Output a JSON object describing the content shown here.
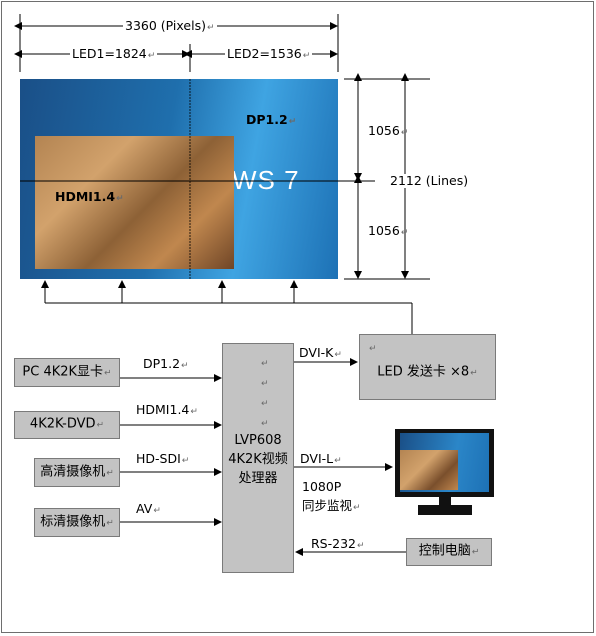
{
  "dimensions": {
    "total_width": "3360 (Pixels)",
    "led1": "LED1=1824",
    "led2": "LED2=1536",
    "half_height_top": "1056",
    "half_height_bottom": "1056",
    "total_height": "2112 (Lines)"
  },
  "screen": {
    "dp_label": "DP1.2",
    "hdmi_label": "HDMI1.4",
    "background_text": "WS 7"
  },
  "inputs": [
    {
      "source": "PC 4K2K显卡",
      "signal": "DP1.2"
    },
    {
      "source": "4K2K-DVD",
      "signal": "HDMI1.4"
    },
    {
      "source": "高清摄像机",
      "signal": "HD-SDI"
    },
    {
      "source": "标清摄像机",
      "signal": "AV"
    }
  ],
  "processor": {
    "line1": "LVP608",
    "line2": "4K2K视频",
    "line3": "处理器"
  },
  "outputs": {
    "dvi_k": "DVI-K",
    "sender_card": "LED  发送卡  ×8",
    "dvi_l": "DVI-L",
    "monitor_note_1": "1080P",
    "monitor_note_2": "同步监视"
  },
  "control": {
    "rs232": "RS-232",
    "pc": "控制电脑"
  },
  "return_mark": "↵",
  "colors": {
    "box_fill": "#c3c3c3",
    "line": "#000000",
    "screen_blue": "#1f6fad"
  }
}
